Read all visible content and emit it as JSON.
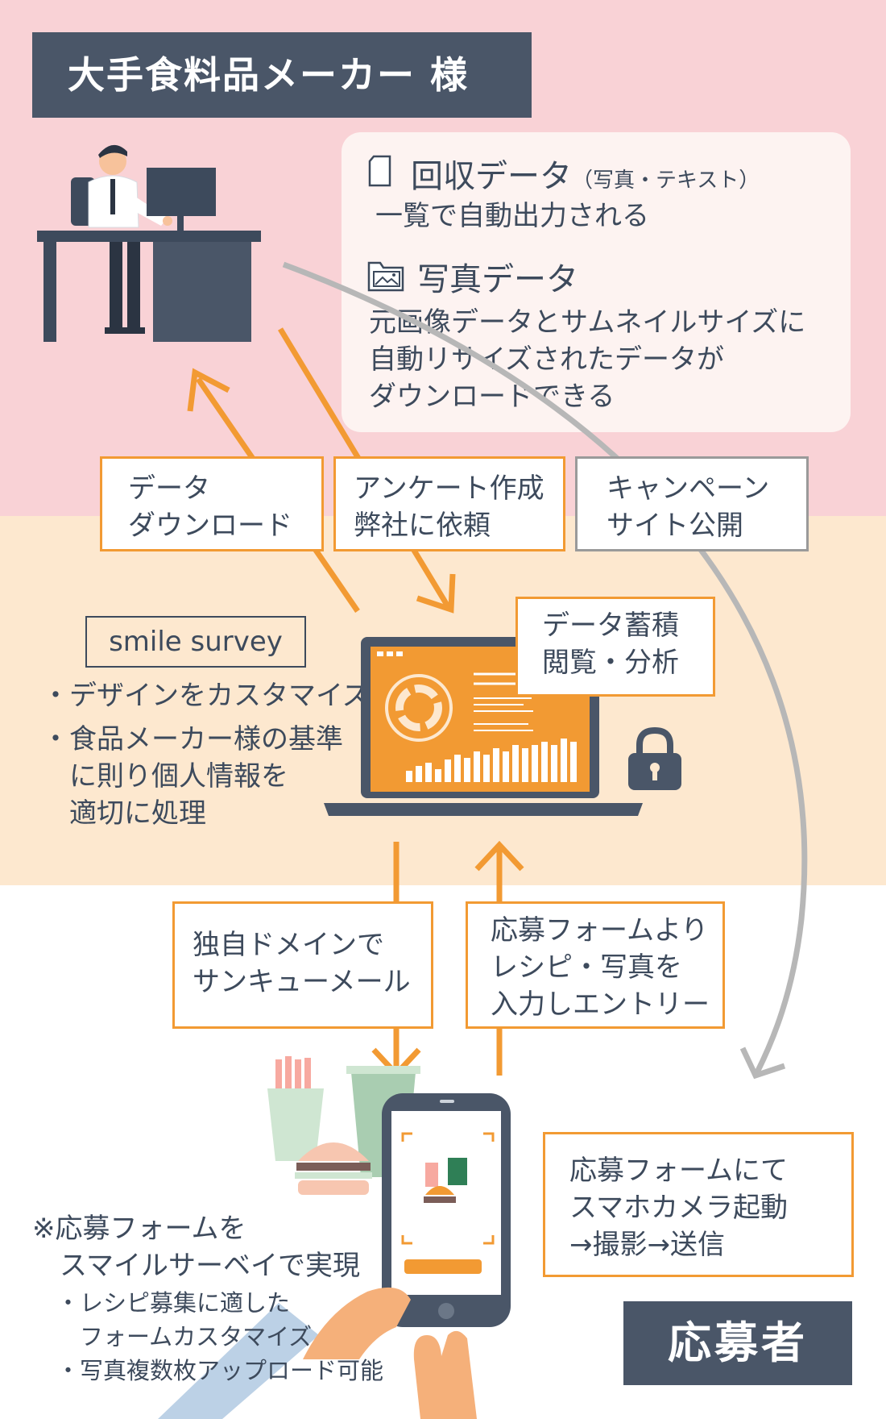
{
  "client_label": "大手食料品メーカー 様",
  "info_panel": {
    "item1_title": "回収データ",
    "item1_suffix": "（写真・テキスト）",
    "item1_desc": "一覧で自動出力される",
    "item2_title": "写真データ",
    "item2_desc_lines": [
      "元画像データとサムネイルサイズに",
      "自動リサイズされたデータが",
      "ダウンロードできる"
    ]
  },
  "steps": {
    "download": [
      "データ",
      "ダウンロード"
    ],
    "survey_request": [
      "アンケート作成",
      "弊社に依頼"
    ],
    "campaign": [
      "キャンペーン",
      "サイト公開"
    ],
    "data_store": [
      "データ蓄積",
      "閲覧・分析"
    ],
    "thank_you": [
      "独自ドメインで",
      "サンキューメール"
    ],
    "entry": [
      "応募フォームより",
      "レシピ・写真を",
      "入力しエントリー"
    ],
    "camera": [
      "応募フォームにて",
      "スマホカメラ起動",
      "→撮影→送信"
    ]
  },
  "service_name": "smile survey",
  "features": [
    "・デザインをカスタマイズ",
    "・食品メーカー様の基準",
    "　に則り個人情報を",
    "　適切に処理"
  ],
  "note_lines": [
    "※応募フォームを",
    "　スマイルサーベイで実現"
  ],
  "note_bullets": [
    "・レシピ募集に適した",
    "　フォームカスタマイズ",
    "・写真複数枚アップロード可能"
  ],
  "applicant_label": "応募者",
  "colors": {
    "top_band": "#f9d2d6",
    "mid_band": "#fde8cf",
    "accent_orange": "#f29a33",
    "navy": "#4a5668",
    "gray_arrow": "#b7b7b7"
  },
  "icons": [
    "document-icon",
    "photo-folder-icon",
    "lock-icon",
    "office-worker-icon",
    "laptop-dashboard-icon",
    "smartphone-icon",
    "food-icon"
  ]
}
